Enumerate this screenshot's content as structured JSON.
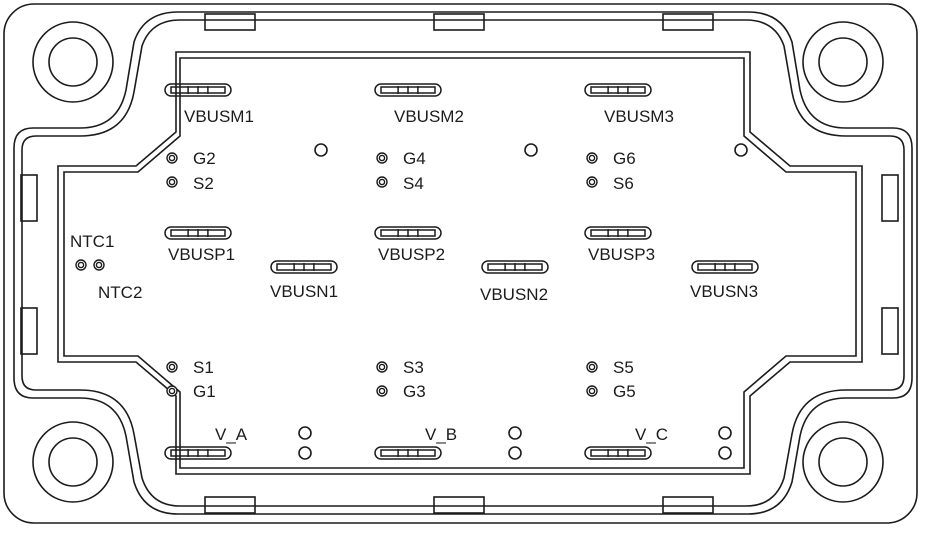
{
  "colors": {
    "line": "#1c1c1c",
    "background": "#ffffff"
  },
  "pins": {
    "vbusm": [
      "VBUSM1",
      "VBUSM2",
      "VBUSM3"
    ],
    "vbusp": [
      "VBUSP1",
      "VBUSP2",
      "VBUSP3"
    ],
    "vbusn": [
      "VBUSN1",
      "VBUSN2",
      "VBUSN3"
    ],
    "phase": [
      "V_A",
      "V_B",
      "V_C"
    ],
    "gate_high": [
      "G2",
      "G4",
      "G6"
    ],
    "source_high": [
      "S2",
      "S4",
      "S6"
    ],
    "source_low": [
      "S1",
      "S3",
      "S5"
    ],
    "gate_low": [
      "G1",
      "G3",
      "G5"
    ],
    "ntc": [
      "NTC1",
      "NTC2"
    ]
  }
}
